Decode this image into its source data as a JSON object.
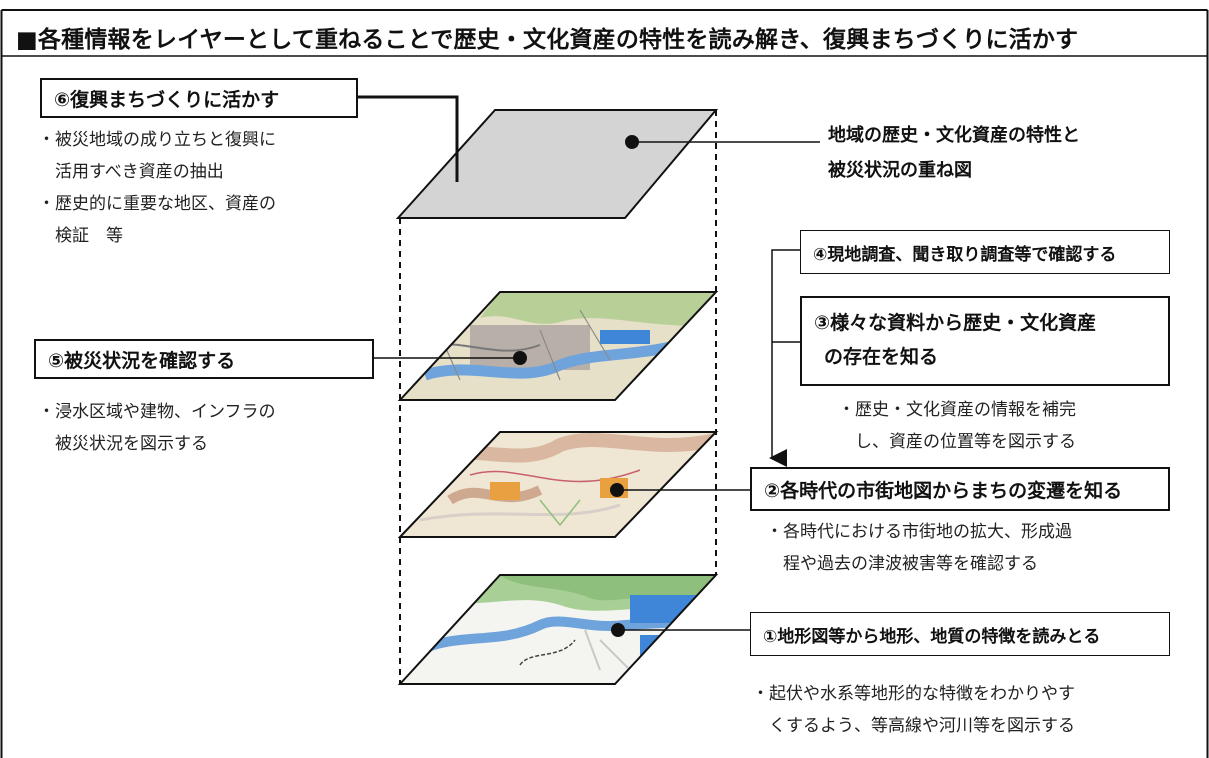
{
  "title": "■各種情報をレイヤーとして重ねることで歴史・文化資産の特性を読み解き、復興まちづくりに活かす",
  "step6": {
    "label": "⑥復興まちづくりに活かす",
    "notes": [
      "・被災地域の成り立ちと復興に",
      "活用すべき資産の抽出",
      "・歴史的に重要な地区、資産の",
      "検証　等"
    ]
  },
  "overlay": {
    "lines": [
      "地域の歴史・文化資産の特性と",
      "被災状況の重ね図"
    ]
  },
  "step4": {
    "label": "④現地調査、聞き取り調査等で確認する"
  },
  "step3": {
    "lines": [
      "③様々な資料から歴史・文化資産",
      "の存在を知る"
    ],
    "notes": [
      "・歴史・文化資産の情報を補完",
      "し、資産の位置等を図示する"
    ]
  },
  "step5": {
    "label": "⑤被災状況を確認する",
    "notes": [
      "・浸水区域や建物、インフラの",
      "被災状況を図示する"
    ]
  },
  "step2": {
    "label": "②各時代の市街地図からまちの変遷を知る",
    "notes": [
      "・各時代における市街地の拡大、形成過",
      "程や過去の津波被害等を確認する"
    ]
  },
  "step1": {
    "label": "①地形図等から地形、地質の特徴を読みとる",
    "notes": [
      "・起伏や水系等地形的な特徴をわかりやす",
      "くするよう、等高線や河川等を図示する"
    ]
  },
  "colors": {
    "overlay_fill": "#d4d4d4",
    "river": "#6fa3dc",
    "terrain": "#a8cf95",
    "old_map": "#f0e6d4",
    "urban": "#e8a040"
  }
}
